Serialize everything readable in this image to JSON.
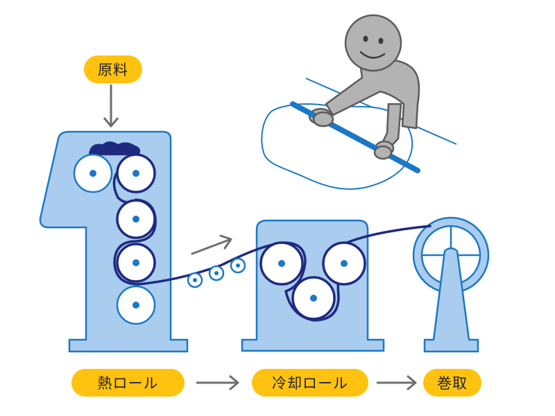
{
  "labels": {
    "raw_material": "原料",
    "heat_roll": "熱ロール",
    "cooling_roll": "冷却ロール",
    "winding": "巻取"
  },
  "colors": {
    "machine_fill": "#a9ccef",
    "machine_stroke": "#1c78c2",
    "film": "#1e2a80",
    "roll_center": "#1a78c6",
    "label_fill": "#ffc20f",
    "arrow": "#6e6e6e",
    "person": "#b3b3b3"
  }
}
